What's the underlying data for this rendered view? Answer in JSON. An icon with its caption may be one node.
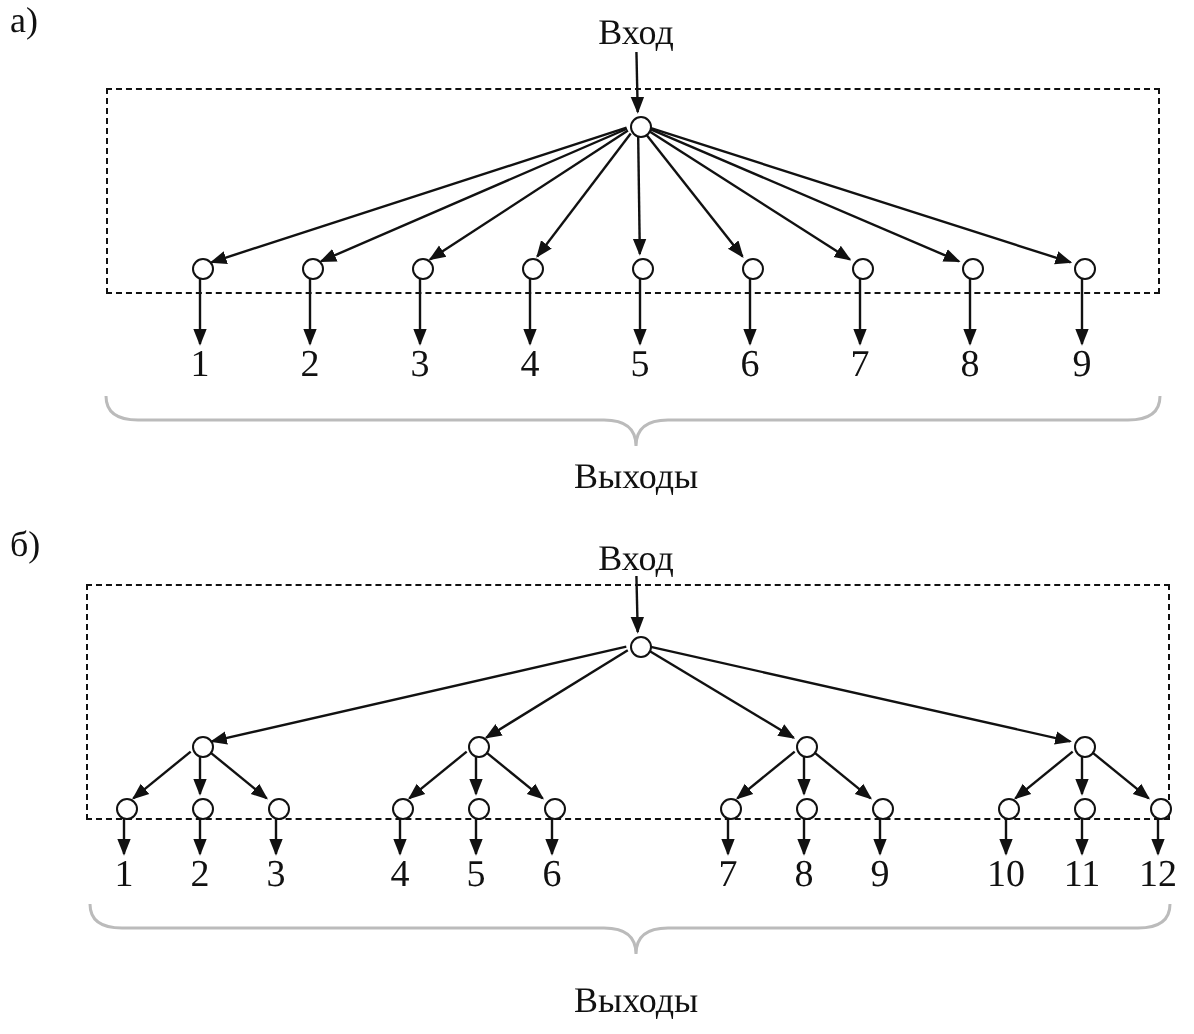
{
  "diagram": {
    "nodes": [
      {
        "text": [
          "Вход"
        ]
      },
      {
        "text": [],
        "shape": "box"
      },
      {
        "text": [],
        "shape": "circle",
        "in": 1
      },
      {
        "text": [],
        "shape": "circle",
        "in": 1
      },
      {
        "text": [],
        "shape": "circle",
        "in": 1
      },
      {
        "text": [],
        "shape": "circle",
        "in": 1
      },
      {
        "text": [],
        "shape": "circle",
        "in": 1
      },
      {
        "text": [],
        "shape": "circle",
        "in": 1
      },
      {
        "text": [],
        "shape": "circle",
        "in": 1
      },
      {
        "text": [],
        "shape": "circle",
        "in": 1
      },
      {
        "text": [],
        "shape": "circle",
        "in": 1
      },
      {
        "text": [],
        "shape": "circle",
        "in": 1
      },
      {
        "text": [
          "1"
        ]
      },
      {
        "text": [
          "2"
        ]
      },
      {
        "text": [
          "3"
        ]
      },
      {
        "text": [
          "4"
        ]
      },
      {
        "text": [
          "5"
        ]
      },
      {
        "text": [
          "6"
        ]
      },
      {
        "text": [
          "7"
        ]
      },
      {
        "text": [
          "8"
        ]
      },
      {
        "text": [
          "9"
        ]
      },
      {
        "text": [
          "Вход"
        ]
      },
      {
        "text": [],
        "shape": "box"
      },
      {
        "text": [],
        "shape": "circle",
        "in": 22
      },
      {
        "text": [],
        "shape": "circle",
        "in": 22
      },
      {
        "text": [],
        "shape": "circle",
        "in": 22
      },
      {
        "text": [],
        "shape": "circle",
        "in": 22
      },
      {
        "text": [],
        "shape": "circle",
        "in": 22
      },
      {
        "text": [],
        "shape": "circle",
        "in": 22
      },
      {
        "text": [],
        "shape": "circle",
        "in": 22
      },
      {
        "text": [],
        "shape": "circle",
        "in": 22
      },
      {
        "text": [],
        "shape": "circle",
        "in": 22
      },
      {
        "text": [],
        "shape": "circle",
        "in": 22
      },
      {
        "text": [],
        "shape": "circle",
        "in": 22
      },
      {
        "text": [],
        "shape": "circle",
        "in": 22
      },
      {
        "text": [],
        "shape": "circle",
        "in": 22
      },
      {
        "text": [],
        "shape": "circle",
        "in": 22
      },
      {
        "text": [],
        "shape": "circle",
        "in": 22
      },
      {
        "text": [],
        "shape": "circle",
        "in": 22
      },
      {
        "text": [],
        "shape": "circle",
        "in": 22
      },
      {
        "text": [
          "1"
        ]
      },
      {
        "text": [
          "2"
        ]
      },
      {
        "text": [
          "3"
        ]
      },
      {
        "text": [
          "4"
        ]
      },
      {
        "text": [
          "5"
        ]
      },
      {
        "text": [
          "6"
        ]
      },
      {
        "text": [
          "7"
        ]
      },
      {
        "text": [
          "8"
        ]
      },
      {
        "text": [
          "9"
        ]
      },
      {
        "text": [
          "10"
        ]
      },
      {
        "text": [
          "11"
        ]
      },
      {
        "text": [
          "12"
        ]
      }
    ],
    "edges": [
      {
        "from": 0,
        "to": 2,
        "arrow": "to"
      },
      {
        "from": 2,
        "to": 3,
        "arrow": "to"
      },
      {
        "from": 2,
        "to": 4,
        "arrow": "to"
      },
      {
        "from": 2,
        "to": 5,
        "arrow": "to"
      },
      {
        "from": 2,
        "to": 6,
        "arrow": "to"
      },
      {
        "from": 2,
        "to": 7,
        "arrow": "to"
      },
      {
        "from": 2,
        "to": 8,
        "arrow": "to"
      },
      {
        "from": 2,
        "to": 9,
        "arrow": "to"
      },
      {
        "from": 2,
        "to": 10,
        "arrow": "to"
      },
      {
        "from": 2,
        "to": 11,
        "arrow": "to"
      },
      {
        "from": 3,
        "to": 12,
        "arrow": "to"
      },
      {
        "from": 4,
        "to": 13,
        "arrow": "to"
      },
      {
        "from": 5,
        "to": 14,
        "arrow": "to"
      },
      {
        "from": 6,
        "to": 15,
        "arrow": "to"
      },
      {
        "from": 7,
        "to": 16,
        "arrow": "to"
      },
      {
        "from": 8,
        "to": 17,
        "arrow": "to"
      },
      {
        "from": 9,
        "to": 18,
        "arrow": "to"
      },
      {
        "from": 10,
        "to": 19,
        "arrow": "to"
      },
      {
        "from": 11,
        "to": 20,
        "arrow": "to"
      },
      {
        "from": 21,
        "to": 23,
        "arrow": "to"
      },
      {
        "from": 23,
        "to": 24,
        "arrow": "to"
      },
      {
        "from": 23,
        "to": 25,
        "arrow": "to"
      },
      {
        "from": 23,
        "to": 26,
        "arrow": "to"
      },
      {
        "from": 23,
        "to": 27,
        "arrow": "to"
      },
      {
        "from": 24,
        "to": 28,
        "arrow": "to"
      },
      {
        "from": 24,
        "to": 29,
        "arrow": "to"
      },
      {
        "from": 24,
        "to": 30,
        "arrow": "to"
      },
      {
        "from": 25,
        "to": 31,
        "arrow": "to"
      },
      {
        "from": 25,
        "to": 32,
        "arrow": "to"
      },
      {
        "from": 25,
        "to": 33,
        "arrow": "to"
      },
      {
        "from": 26,
        "to": 34,
        "arrow": "to"
      },
      {
        "from": 26,
        "to": 35,
        "arrow": "to"
      },
      {
        "from": 26,
        "to": 36,
        "arrow": "to"
      },
      {
        "from": 27,
        "to": 37,
        "arrow": "to"
      },
      {
        "from": 27,
        "to": 38,
        "arrow": "to"
      },
      {
        "from": 27,
        "to": 39,
        "arrow": "to"
      },
      {
        "from": 28,
        "to": 40,
        "arrow": "to"
      },
      {
        "from": 29,
        "to": 41,
        "arrow": "to"
      },
      {
        "from": 30,
        "to": 42,
        "arrow": "to"
      },
      {
        "from": 31,
        "to": 43,
        "arrow": "to"
      },
      {
        "from": 32,
        "to": 44,
        "arrow": "to"
      },
      {
        "from": 33,
        "to": 45,
        "arrow": "to"
      },
      {
        "from": 34,
        "to": 46,
        "arrow": "to"
      },
      {
        "from": 35,
        "to": 47,
        "arrow": "to"
      },
      {
        "from": 36,
        "to": 48,
        "arrow": "to"
      },
      {
        "from": 37,
        "to": 49,
        "arrow": "to"
      },
      {
        "from": 38,
        "to": 50,
        "arrow": "to"
      },
      {
        "from": 39,
        "to": 51,
        "arrow": "to"
      }
    ],
    "labels": [
      "а)",
      "Выходы",
      "б)",
      "Выходы"
    ]
  }
}
